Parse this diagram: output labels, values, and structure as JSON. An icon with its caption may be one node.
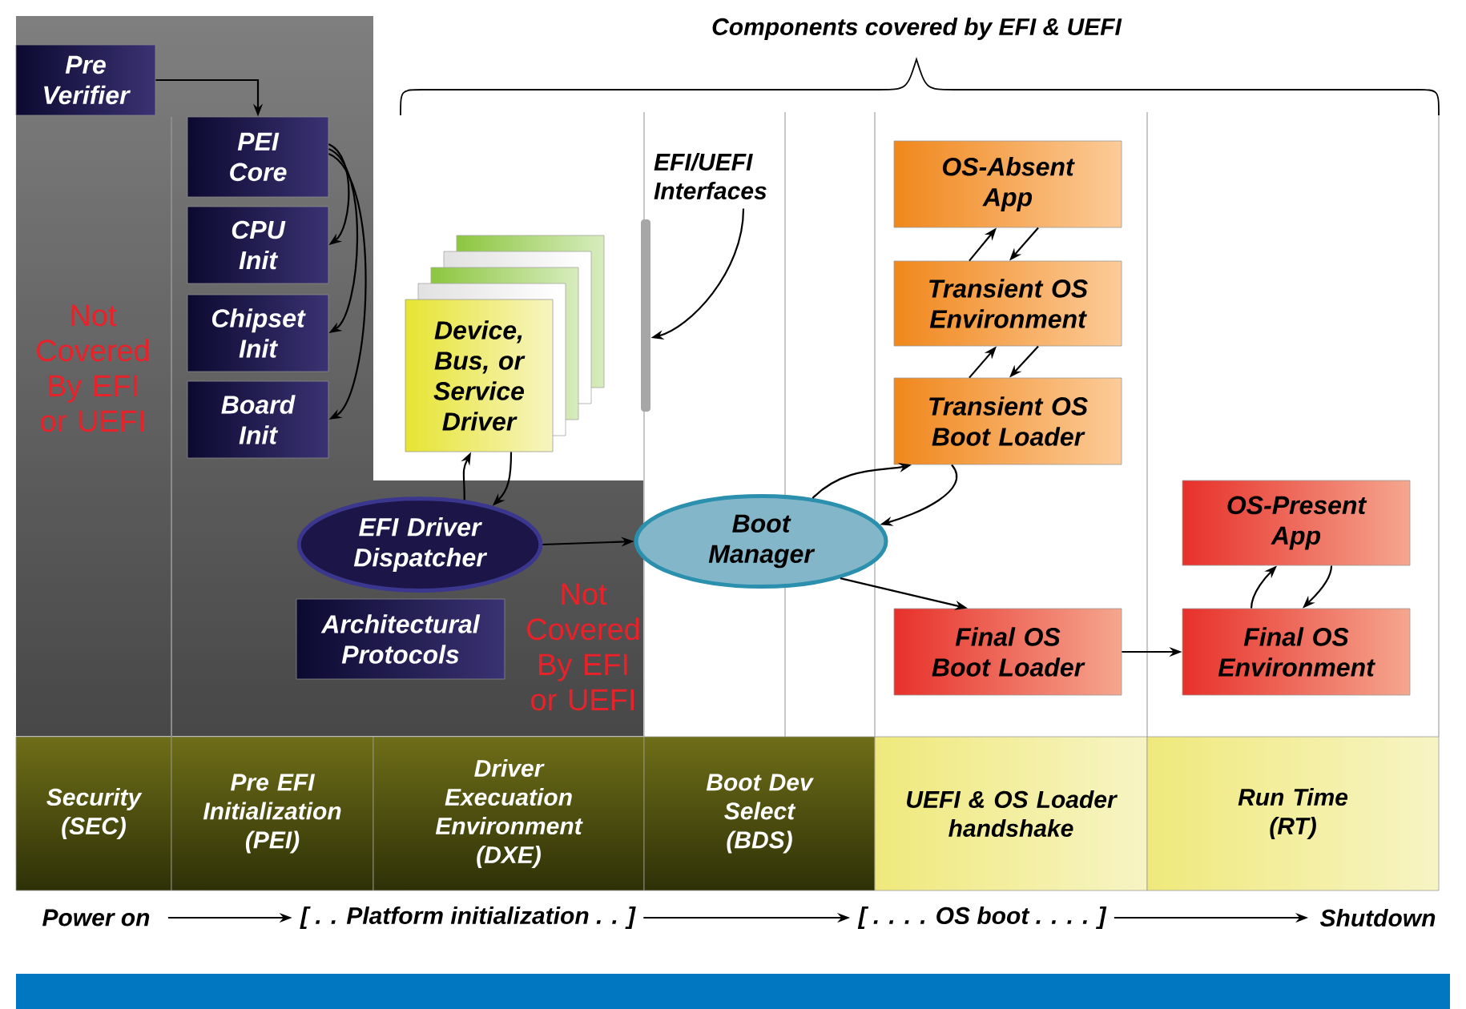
{
  "diagram": {
    "title": "Components covered by EFI & UEFI",
    "nodes": [
      {
        "text": [
          "Pre Verifier"
        ]
      },
      {
        "text": [
          "PEI Core"
        ]
      },
      {
        "text": [
          "CPU Init"
        ]
      },
      {
        "text": [
          "Chipset Init"
        ]
      },
      {
        "text": [
          "Board Init"
        ]
      },
      {
        "text": [
          "Device, Bus, or Service Driver"
        ]
      },
      {
        "text": [
          "EFI Driver Dispatcher"
        ]
      },
      {
        "text": [
          "Architectural Protocols"
        ]
      },
      {
        "text": [
          "Boot Manager"
        ]
      },
      {
        "text": [
          "OS-Absent App"
        ]
      },
      {
        "text": [
          "Transient OS Environment"
        ]
      },
      {
        "text": [
          "Transient OS Boot Loader"
        ]
      },
      {
        "text": [
          "Final OS Boot Loader"
        ]
      },
      {
        "text": [
          "OS-Present App"
        ]
      },
      {
        "text": [
          "Final OS Environment"
        ]
      },
      {
        "text": [
          "EFI/UEFI Interfaces"
        ]
      },
      {
        "text": [],
        "shape": "bar"
      },
      {
        "text": [
          "Security (SEC)"
        ]
      },
      {
        "text": [
          "Pre EFI Initialization (PEI)"
        ]
      },
      {
        "text": [
          "Driver Execuation Environment (DXE)"
        ]
      },
      {
        "text": [
          "Boot Dev Select (BDS)"
        ]
      },
      {
        "text": [
          "UEFI & OS Loader handshake"
        ]
      },
      {
        "text": [
          "Run Time (RT)"
        ]
      },
      {
        "text": [
          "Power on"
        ]
      },
      {
        "text": [
          "[ . . Platform initialization . . ]"
        ]
      },
      {
        "text": [
          "[ . . . . OS boot . . . . ]"
        ]
      },
      {
        "text": [
          "Shutdown"
        ]
      }
    ],
    "edges": [
      {
        "from": 0,
        "to": 1,
        "arrow": "to"
      },
      {
        "from": 1,
        "to": 2,
        "arrow": "to"
      },
      {
        "from": 1,
        "to": 3,
        "arrow": "to"
      },
      {
        "from": 1,
        "to": 4,
        "arrow": "to"
      },
      {
        "from": 6,
        "to": 5,
        "arrow": "to"
      },
      {
        "from": 5,
        "to": 6,
        "arrow": "to"
      },
      {
        "from": 6,
        "to": 8,
        "arrow": "to"
      },
      {
        "from": 8,
        "to": 11,
        "arrow": "to"
      },
      {
        "from": 11,
        "to": 8,
        "arrow": "to"
      },
      {
        "from": 8,
        "to": 12,
        "arrow": "to"
      },
      {
        "from": 10,
        "to": 9,
        "arrow": "to"
      },
      {
        "from": 9,
        "to": 10,
        "arrow": "to"
      },
      {
        "from": 11,
        "to": 10,
        "arrow": "to"
      },
      {
        "from": 10,
        "to": 11,
        "arrow": "to"
      },
      {
        "from": 12,
        "to": 14,
        "arrow": "to"
      },
      {
        "from": 14,
        "to": 13,
        "arrow": "to"
      },
      {
        "from": 13,
        "to": 14,
        "arrow": "to"
      },
      {
        "from": 15,
        "to": 16,
        "arrow": "to"
      },
      {
        "from": 23,
        "to": 24,
        "arrow": "to"
      },
      {
        "from": 24,
        "to": 25,
        "arrow": "to"
      },
      {
        "from": 25,
        "to": 26,
        "arrow": "to"
      }
    ],
    "labels": [
      "Not Covered By EFI or UEFI",
      "Not Covered By EFI or UEFI"
    ]
  }
}
